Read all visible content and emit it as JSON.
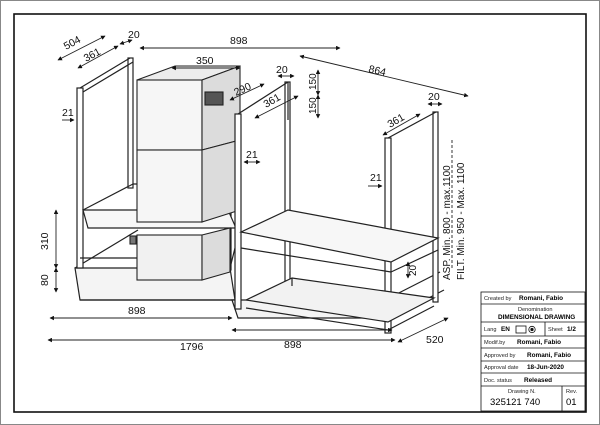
{
  "dimensions": {
    "total_width": "1796",
    "left_unit_width": "898",
    "right_unit_width": "898",
    "top_span_width": "898",
    "right_top_width": "864",
    "left_depth": "504",
    "left_inner_depth": "361",
    "left_post_top": "20",
    "left_post_side": "21",
    "chimney_width": "350",
    "chimney_depth": "290",
    "chimney_side": "21",
    "mid_post_top": "20",
    "mid_inner_depth": "361",
    "mid_height_a": "150",
    "mid_height_b": "150",
    "right_post_top": "20",
    "right_inner_depth": "361",
    "right_post_side": "21",
    "right_lower_gap": "20",
    "shelf_height": "310",
    "base_height": "80",
    "base_depth": "520",
    "asp_range": "ASP. Min. 800 - max.1100",
    "filt_range": "FILT. Min. 950 - Max. 1100"
  },
  "title_block": {
    "created_by_label": "Created by",
    "created_by_value": "Romani, Fabio",
    "denomination_label": "Denomination",
    "denomination_value": "DIMENSIONAL  DRAWING",
    "lang_label": "Lang",
    "lang_value": "EN",
    "sheet_label": "Sheet",
    "sheet_value": "1/2",
    "modified_by_label": "Modif.by",
    "modified_by_value": "Romani, Fabio",
    "approved_by_label": "Approved by",
    "approved_by_value": "Romani, Fabio",
    "approval_date_label": "Approval date",
    "approval_date_value": "18-Jun-2020",
    "doc_status_label": "Doc. status",
    "doc_status_value": "Released",
    "drawing_n_label": "Drawing N.",
    "drawing_n_value": "325121 740",
    "rev_label": "Rev.",
    "rev_value": "01"
  }
}
